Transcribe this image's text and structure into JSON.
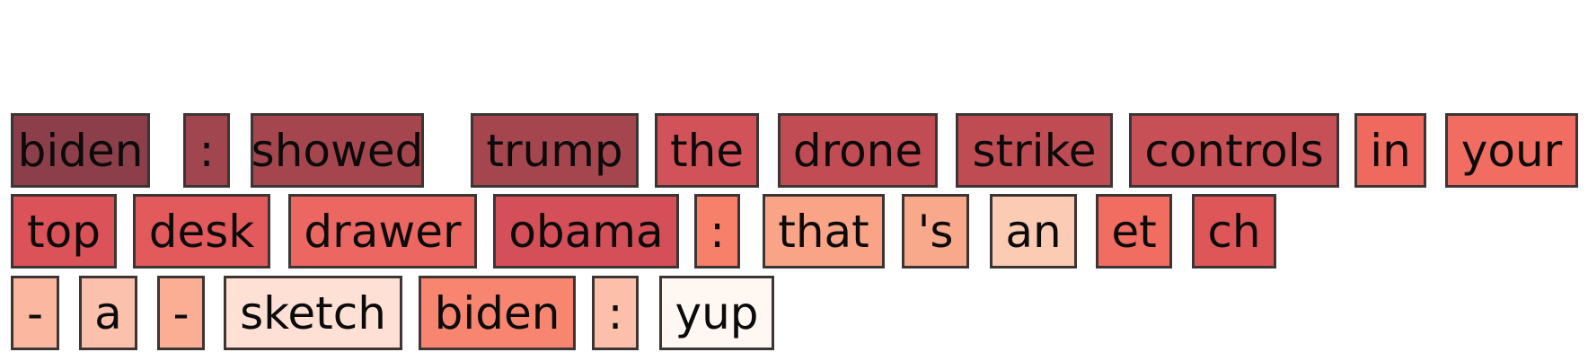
{
  "tokens": [
    {
      "text": "biden",
      "color": "#8c3f4a"
    },
    {
      "text": ":",
      "color": "#a1464f"
    },
    {
      "text": "showed",
      "color": "#a5464f"
    },
    {
      "text": "trump",
      "color": "#a5464f"
    },
    {
      "text": "the",
      "color": "#d2525a"
    },
    {
      "text": "drone",
      "color": "#c24c53"
    },
    {
      "text": "strike",
      "color": "#c04c53"
    },
    {
      "text": "controls",
      "color": "#c74f56"
    },
    {
      "text": "in",
      "color": "#f0695f"
    },
    {
      "text": "your",
      "color": "#f16c61"
    },
    {
      "text": "top",
      "color": "#db5258"
    },
    {
      "text": "desk",
      "color": "#e25a5b"
    },
    {
      "text": "drawer",
      "color": "#ec6762"
    },
    {
      "text": "obama",
      "color": "#d44f57"
    },
    {
      "text": ":",
      "color": "#f6806a"
    },
    {
      "text": "that",
      "color": "#f9a487"
    },
    {
      "text": "'s",
      "color": "#f8a98b"
    },
    {
      "text": "an",
      "color": "#fccbb4"
    },
    {
      "text": "et",
      "color": "#f16c61"
    },
    {
      "text": "ch",
      "color": "#df5659"
    },
    {
      "text": "-",
      "color": "#fbb7a0"
    },
    {
      "text": "a",
      "color": "#fcc1ac"
    },
    {
      "text": "-",
      "color": "#fbae93"
    },
    {
      "text": "sketch",
      "color": "#fee0d5"
    },
    {
      "text": "biden",
      "color": "#f78570"
    },
    {
      "text": ":",
      "color": "#fcc0aa"
    },
    {
      "text": "yup",
      "color": "#fff7f2"
    }
  ]
}
